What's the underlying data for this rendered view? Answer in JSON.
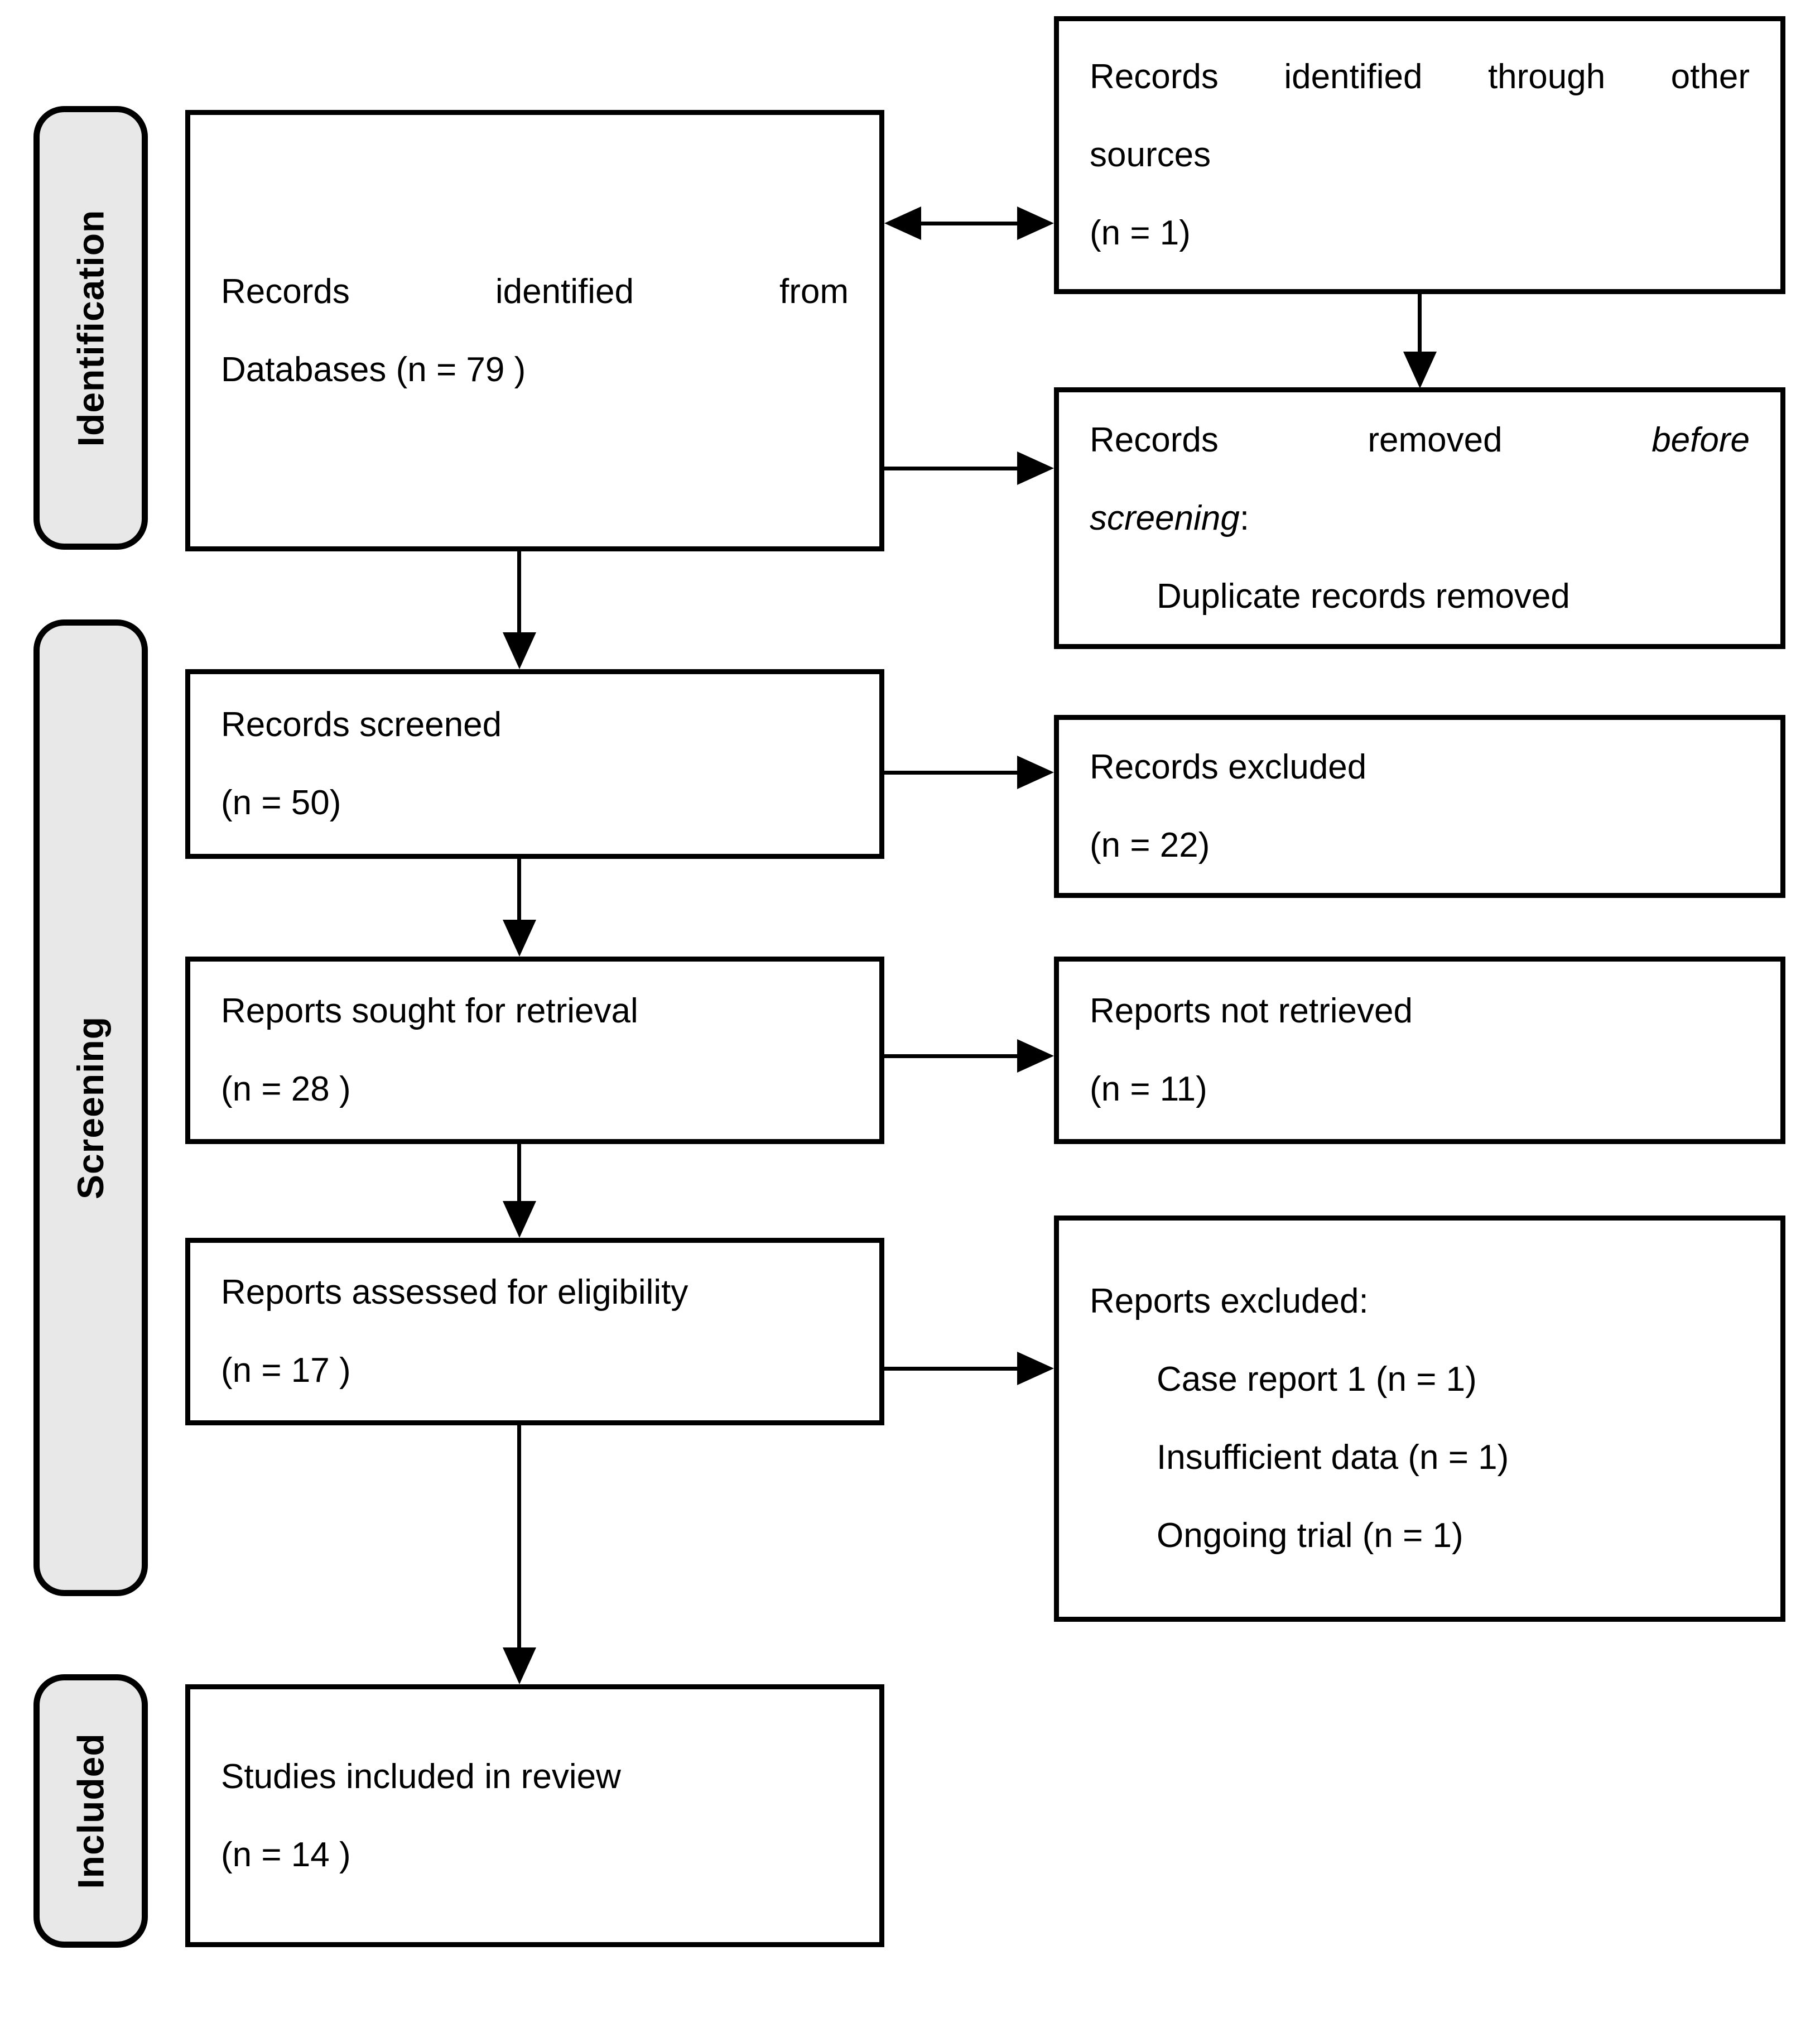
{
  "diagram": {
    "stages": {
      "identification": "Identification",
      "screening": "Screening",
      "included": "Included"
    },
    "boxes": {
      "records_identified": {
        "line1": "Records identified from",
        "line2": "Databases (n = 79 )"
      },
      "other_sources": {
        "line1": "Records identified through other",
        "line2": "sources",
        "line3": "(n = 1)"
      },
      "records_removed": {
        "line1_text": "Records removed",
        "line1_italic": "before",
        "line2_italic": "screening",
        "line2_suffix": ":",
        "line3": "Duplicate records removed"
      },
      "records_screened": {
        "line1": "Records screened",
        "line2": "(n = 50)"
      },
      "records_excluded": {
        "line1": "Records excluded",
        "line2": "(n = 22)"
      },
      "reports_sought": {
        "line1": "Reports sought for retrieval",
        "line2": "(n = 28 )"
      },
      "reports_not_retrieved": {
        "line1": "Reports not retrieved",
        "line2": "(n = 11)"
      },
      "reports_assessed": {
        "line1": "Reports assessed for eligibility",
        "line2": "(n = 17 )"
      },
      "reports_excluded": {
        "title": "Reports excluded:",
        "items": [
          "Case report 1 (n = 1)",
          "Insufficient data (n = 1)",
          "Ongoing trial (n = 1)"
        ]
      },
      "studies_included": {
        "line1": "Studies included in review",
        "line2": "(n = 14 )"
      }
    },
    "colors": {
      "stage_fill": "#e8e8e8",
      "border": "#000000",
      "background": "#ffffff"
    }
  }
}
